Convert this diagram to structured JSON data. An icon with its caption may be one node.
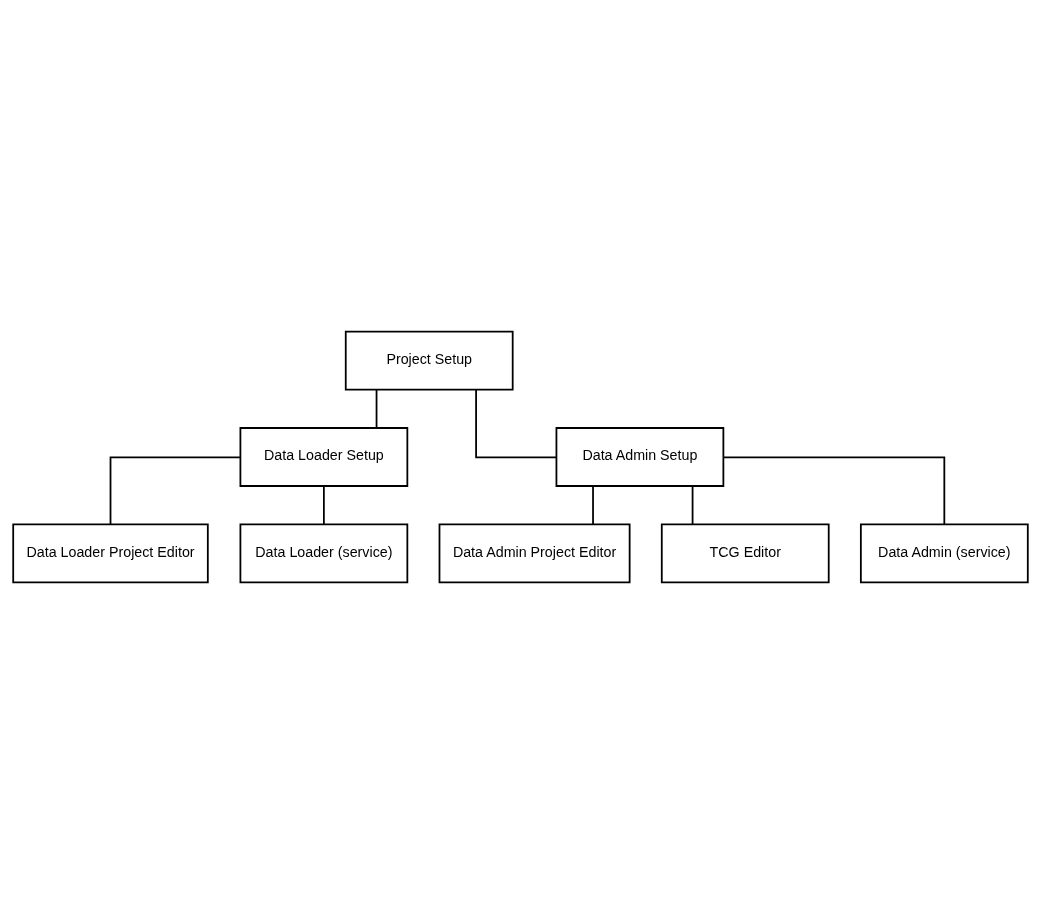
{
  "diagram": {
    "nodes": [
      {
        "text": [
          "Project Setup"
        ]
      },
      {
        "text": [
          "Data Loader Setup"
        ]
      },
      {
        "text": [
          "Data Loader Project Editor"
        ]
      },
      {
        "text": [
          "Data Loader (service)"
        ]
      },
      {
        "text": [
          "Data Admin Setup"
        ]
      },
      {
        "text": [
          "Data Admin Project Editor"
        ]
      },
      {
        "text": [
          "TCG Editor"
        ]
      },
      {
        "text": [
          "Data Admin (service)"
        ]
      }
    ],
    "edges": [
      {
        "from": 0,
        "to": 1,
        "arrow": "none"
      },
      {
        "from": 0,
        "to": 4,
        "arrow": "none"
      },
      {
        "from": 1,
        "to": 2,
        "arrow": "none"
      },
      {
        "from": 1,
        "to": 3,
        "arrow": "none"
      },
      {
        "from": 4,
        "to": 5,
        "arrow": "none"
      },
      {
        "from": 4,
        "to": 6,
        "arrow": "none"
      },
      {
        "from": 4,
        "to": 7,
        "arrow": "none"
      }
    ]
  }
}
